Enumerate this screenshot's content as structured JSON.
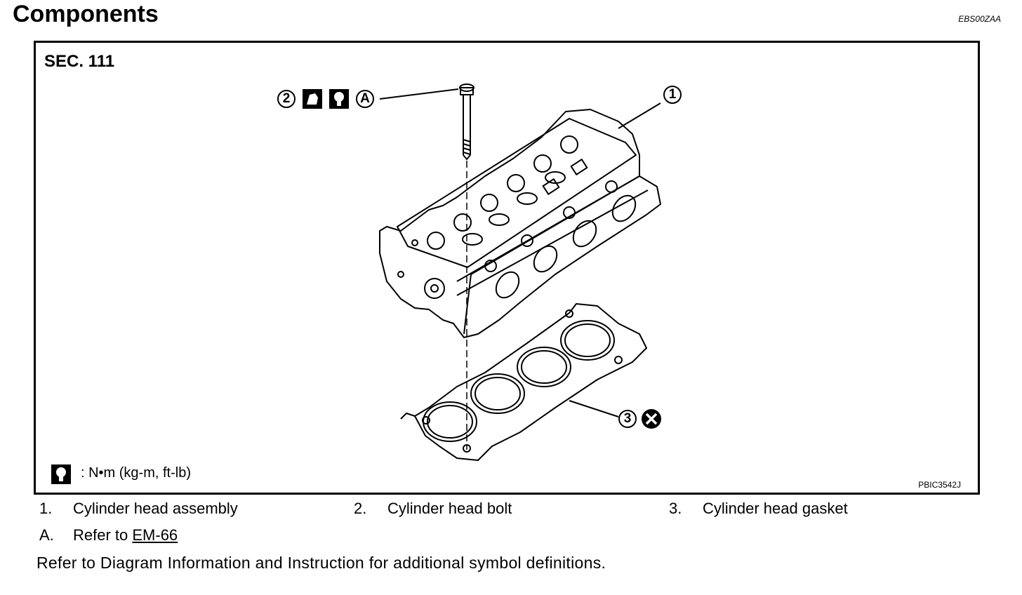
{
  "page": {
    "title": "Components",
    "doc_code": "EBS00ZAA"
  },
  "figure": {
    "section_label": "SEC. 111",
    "figure_code": "PBIC3542J",
    "torque_legend_text": ": N•m (kg-m, ft-lb)",
    "callouts": {
      "c1": "1",
      "c2": "2",
      "c3": "3",
      "cA": "A"
    }
  },
  "legend": {
    "items": [
      {
        "num": "1.",
        "label": "Cylinder head assembly"
      },
      {
        "num": "2.",
        "label": "Cylinder head bolt"
      },
      {
        "num": "3.",
        "label": "Cylinder head gasket"
      }
    ],
    "ref": {
      "num": "A.",
      "prefix": "Refer to ",
      "link": "EM-66"
    }
  },
  "footer": {
    "note": "Refer to Diagram Information and Instruction for additional symbol definitions."
  },
  "icons": [
    "torque-wrench-icon",
    "apply-oil-icon",
    "do-not-reuse-icon"
  ]
}
